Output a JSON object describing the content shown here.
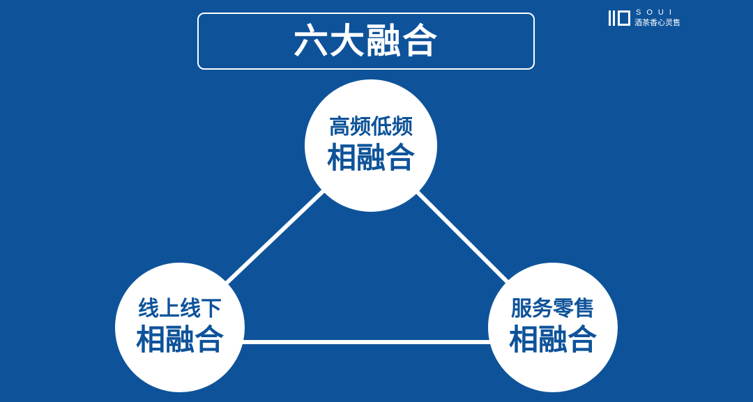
{
  "title": "六大融合",
  "logo": {
    "latin": "SOUI",
    "chinese": "酒茶香心灵售"
  },
  "nodes": [
    {
      "line1": "高频低频",
      "line2": "相融合"
    },
    {
      "line1": "线上线下",
      "line2": "相融合"
    },
    {
      "line1": "服务零售",
      "line2": "相融合"
    }
  ],
  "colors": {
    "background": "#0e539a",
    "foreground": "#ffffff",
    "text_in_circle": "#0e539a"
  }
}
